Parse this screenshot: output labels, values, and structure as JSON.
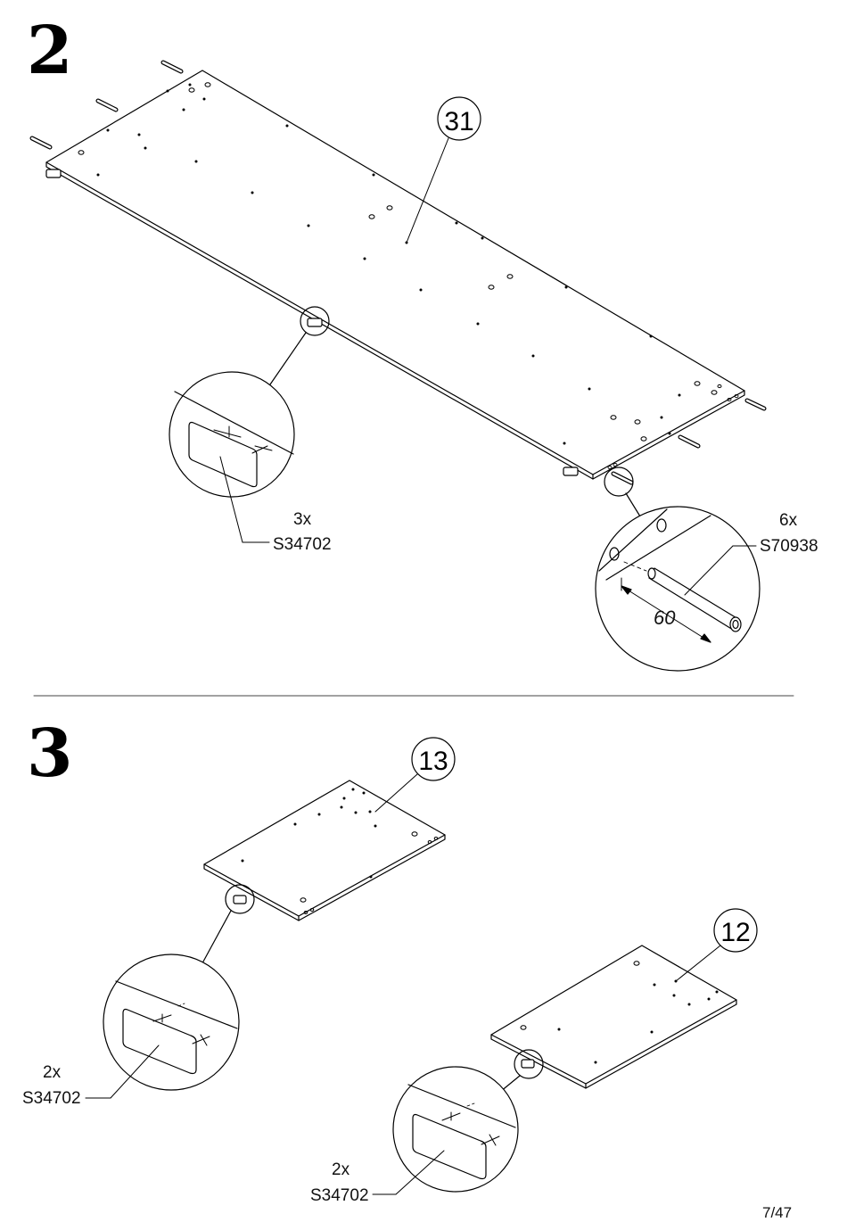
{
  "steps": [
    {
      "number": "2",
      "part_number": "31",
      "callouts": [
        {
          "qty": "3x",
          "code": "S34702",
          "icon": "plastic-clip-icon"
        },
        {
          "qty": "6x",
          "code": "S70938",
          "icon": "wooden-dowel-icon",
          "dimension": "60"
        }
      ]
    },
    {
      "number": "3",
      "parts": [
        {
          "part_number": "13",
          "callout": {
            "qty": "2x",
            "code": "S34702",
            "icon": "plastic-clip-icon"
          }
        },
        {
          "part_number": "12",
          "callout": {
            "qty": "2x",
            "code": "S34702",
            "icon": "plastic-clip-icon"
          }
        }
      ]
    }
  ],
  "page_indicator": "7/47"
}
